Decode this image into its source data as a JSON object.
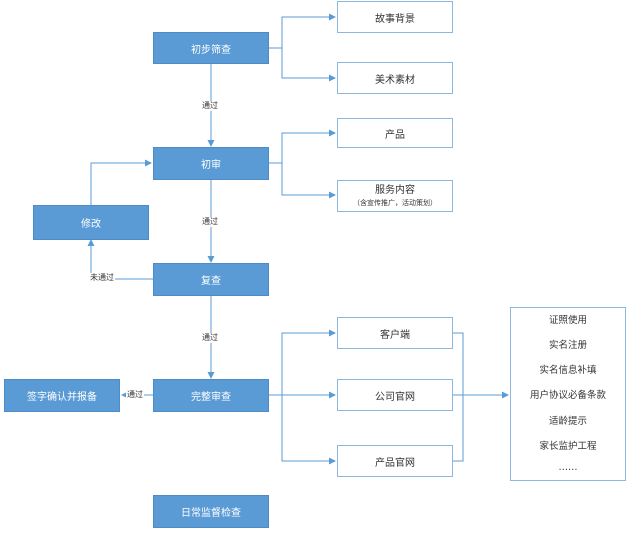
{
  "nodes": {
    "initial_screening": "初步筛查",
    "story_background": "故事背景",
    "art_assets": "美术素材",
    "first_review": "初审",
    "product": "产品",
    "service_content": "服务内容",
    "service_content_note": "（含宣传推广，活动策划）",
    "revise": "修改",
    "re_review": "复查",
    "complete_review": "完整审查",
    "sign_and_report": "签字确认并报备",
    "client": "客户端",
    "company_website": "公司官网",
    "product_website": "产品官网",
    "daily_supervision": "日常监督检查"
  },
  "edge_labels": {
    "pass_1": "通过",
    "pass_2": "通过",
    "pass_3": "通过",
    "pass_4": "通过",
    "not_passed": "未通过"
  },
  "requirements_list": [
    "证照使用",
    "实名注册",
    "实名信息补填",
    "用户协议必备条款",
    "适龄提示",
    "家长监护工程",
    "……"
  ],
  "colors": {
    "primary_fill": "#5b9bd5",
    "connector": "#5b9bd5",
    "outline_box_border": "#8fb6dd"
  }
}
